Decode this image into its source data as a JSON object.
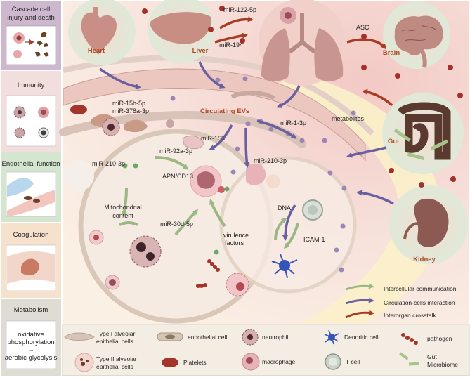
{
  "sidebar": {
    "panels": [
      {
        "title_lines": [
          "Cascade cell",
          "injury and death"
        ],
        "bg": "#cdb8cf"
      },
      {
        "title_lines": [
          "Immunity"
        ],
        "bg": "#f3dede"
      },
      {
        "title_lines": [
          "Endothelial function"
        ],
        "bg": "#d4e6cf"
      },
      {
        "title_lines": [
          "Coagulation"
        ],
        "bg": "#f6e1cd"
      },
      {
        "title_lines": [
          "Metabolism"
        ],
        "bg": "#dfdcd4"
      }
    ],
    "metabolism_box": [
      "oxidative",
      "phosphorylation",
      "→",
      "aerobic glycolysis"
    ]
  },
  "organs": {
    "heart": "Heart",
    "liver": "Liver",
    "brain": "Brain",
    "gut": "Gut",
    "kidney": "Kidney"
  },
  "labels": {
    "mir122": "miR-122-5p",
    "mir194": "miR-194",
    "asc": "ASC",
    "mir15b": "miR-15b-5p",
    "mir378": "miR-378a-3p",
    "circulating": "Circulating EVs",
    "metabolites": "metabolites",
    "mir13p": "miR-1-3p",
    "mir155": "miR-155",
    "mir92": "miR-92a-3p",
    "mir210a": "miR-210-3p",
    "mir210b": "miR-210-3p",
    "apn": "APN/CD13",
    "mito1": "Mitochondrial",
    "mito2": "content",
    "mir30": "miR-30d-5p",
    "vir1": "virulence",
    "vir2": "factors",
    "dna": "DNA",
    "icam": "ICAM-1"
  },
  "arrow_legend": [
    {
      "label": "Intercellular communication",
      "color": "#9bb784"
    },
    {
      "label": "Circulation-cells interaction",
      "color": "#6a5fa0"
    },
    {
      "label": "Interorgan crosstalk",
      "color": "#a83b23"
    }
  ],
  "legend": {
    "type1": [
      "Type I alveolar",
      "epithelial cells"
    ],
    "type2": [
      "Type II alveolar",
      "epithelial cells"
    ],
    "endothelial": "endothelial cell",
    "platelets": "Platelets",
    "neutrophil": "neutrophil",
    "macrophage": "macrophage",
    "dendritic": "Dendritic cell",
    "tcell": "T cell",
    "pathogen": "pathogen",
    "gut_microbiome": [
      "Gut",
      "Microbiome"
    ]
  }
}
